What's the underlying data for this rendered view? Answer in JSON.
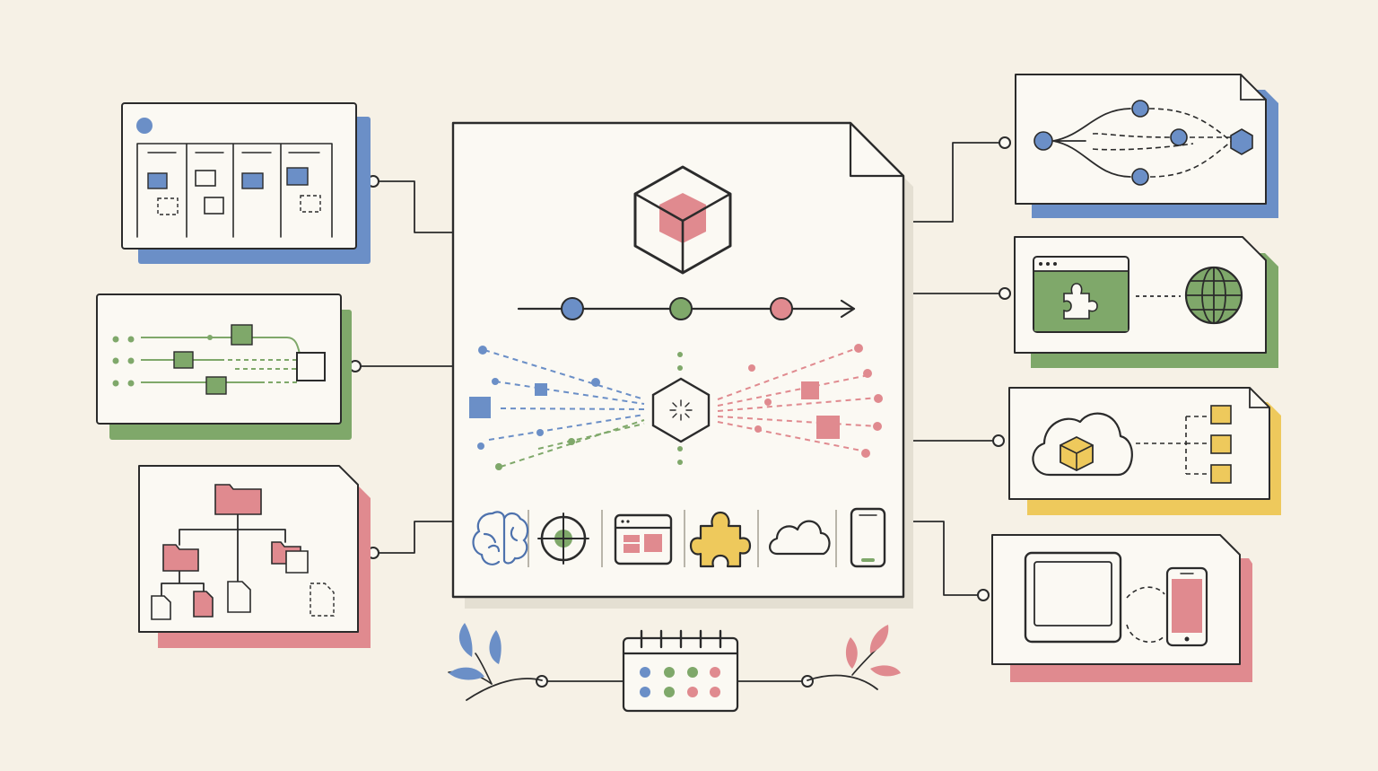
{
  "colors": {
    "background": "#f6f1e6",
    "paper": "#fbf9f3",
    "ink": "#2b2b2b",
    "blue": "#6b8fc7",
    "green": "#7fa86a",
    "red": "#e08a8f",
    "yellow": "#eec95c"
  },
  "center": {
    "icons": [
      "cube-icon",
      "pipeline-icon",
      "data-convergence-icon",
      "brain-icon",
      "target-icon",
      "browser-icon",
      "puzzle-icon",
      "cloud-icon",
      "phone-icon"
    ]
  },
  "left_cards": [
    {
      "name": "kanban-board-card",
      "accent": "blue",
      "icon": "kanban-icon"
    },
    {
      "name": "workflow-card",
      "accent": "green",
      "icon": "workflow-icon"
    },
    {
      "name": "folder-tree-card",
      "accent": "red",
      "icon": "folder-tree-icon"
    }
  ],
  "right_cards": [
    {
      "name": "branching-graph-card",
      "accent": "blue",
      "icon": "branch-graph-icon"
    },
    {
      "name": "browser-extension-card",
      "accent": "green",
      "icon": "globe-icon"
    },
    {
      "name": "cloud-deploy-card",
      "accent": "yellow",
      "icon": "cloud-box-icon"
    },
    {
      "name": "multi-device-card",
      "accent": "red",
      "icon": "tablet-phone-icon"
    }
  ],
  "bottom": {
    "icon": "calendar-icon"
  }
}
